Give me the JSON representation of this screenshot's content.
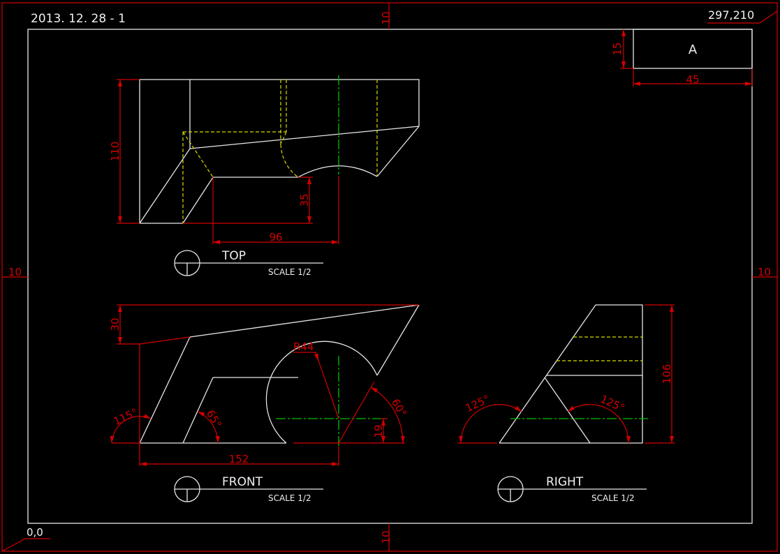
{
  "colors": {
    "background": "#000000",
    "object_lines": "#e8e8e8",
    "dimensions": "#d40000",
    "hidden_lines": "#d8d800",
    "center_lines": "#00c000"
  },
  "sheet": {
    "date_label": "2013. 12. 28 - 1",
    "size_label": "297,210",
    "origin_label": "0,0",
    "margin_top": "10",
    "margin_bottom": "10",
    "margin_left": "10",
    "margin_right": "10"
  },
  "title_block": {
    "letter": "A",
    "height_dim": "15",
    "width_dim": "45"
  },
  "views": {
    "top": {
      "title": "TOP",
      "scale": "SCALE 1/2",
      "dims": {
        "height": "110",
        "step": "35",
        "width": "96"
      }
    },
    "front": {
      "title": "FRONT",
      "scale": "SCALE 1/2",
      "dims": {
        "height": "30",
        "radius": "R44",
        "angle_left": "115°",
        "angle_inner": "65°",
        "angle_right": "60°",
        "offset": "19",
        "width": "152"
      }
    },
    "right": {
      "title": "RIGHT",
      "scale": "SCALE 1/2",
      "dims": {
        "height": "106",
        "angle_left": "125°",
        "angle_right": "125°"
      }
    }
  }
}
